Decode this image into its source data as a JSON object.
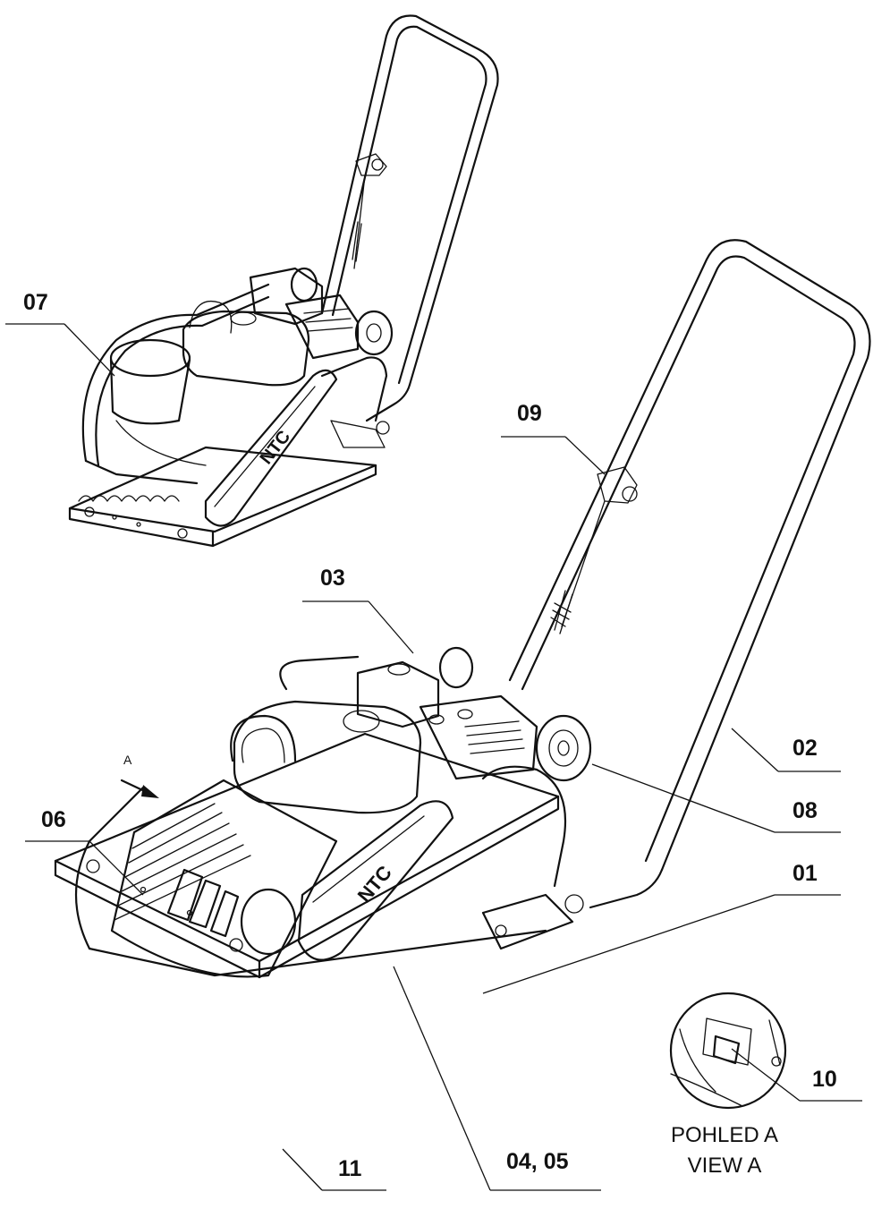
{
  "labels": {
    "l07": "07",
    "l09": "09",
    "l03": "03",
    "l02": "02",
    "l08": "08",
    "l01": "01",
    "l06": "06",
    "l10": "10",
    "l11": "11",
    "l0405": "04, 05",
    "view_marker": "A"
  },
  "caption": {
    "line1": "POHLED A",
    "line2": "VIEW A"
  },
  "brand_mark": "NTC"
}
